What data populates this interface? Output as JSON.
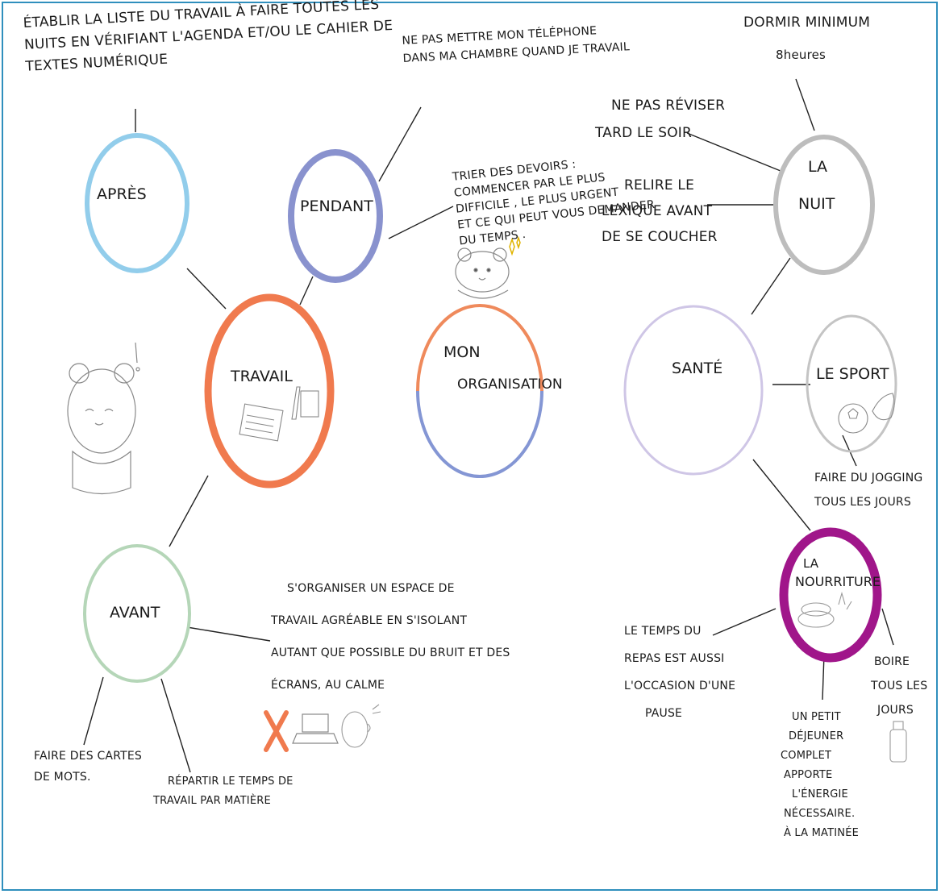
{
  "center": {
    "line1": "MON",
    "line2": "ORGANISATION"
  },
  "travail": {
    "label": "TRAVAIL",
    "apres": {
      "label": "APRÈS",
      "note": [
        "ÉTABLIR LA LISTE DU TRAVAIL À FAIRE TOUTES LES",
        "NUITS EN VÉRIFIANT L'AGENDA ET/OU LE CAHIER DE",
        "TEXTES NUMÉRIQUE"
      ]
    },
    "pendant": {
      "label": "PENDANT",
      "note1": [
        "NE PAS METTRE MON TÉLÉPHONE",
        "DANS MA CHAMBRE QUAND JE TRAVAIL"
      ],
      "note2": [
        "TRIER DES DEVOIRS :",
        "COMMENCER PAR LE PLUS",
        "DIFFICILE , LE PLUS URGENT",
        "ET CE QUI PEUT VOUS DEMANDER",
        "DU TEMPS ."
      ]
    },
    "avant": {
      "label": "AVANT",
      "note1": [
        "S'ORGANISER UN ESPACE DE",
        "TRAVAIL AGRÉABLE EN S'ISOLANT",
        "AUTANT QUE POSSIBLE DU BRUIT ET DES",
        "ÉCRANS, AU CALME"
      ],
      "note2": [
        "FAIRE DES CARTES",
        "DE MOTS."
      ],
      "note3": [
        "RÉPARTIR LE TEMPS DE",
        "TRAVAIL PAR MATIÈRE"
      ]
    }
  },
  "sante": {
    "label": "SANTÉ",
    "nuit": {
      "line1": "LA",
      "line2": "NUIT",
      "note1": [
        "DORMIR MINIMUM",
        "8heures"
      ],
      "note2": [
        "NE PAS RÉVISER",
        "TARD LE SOIR"
      ],
      "note3": [
        "RELIRE LE",
        "LEXIQUE AVANT",
        "DE SE COUCHER"
      ]
    },
    "sport": {
      "label": "LE SPORT",
      "note": [
        "FAIRE DU JOGGING",
        "TOUS LES JOURS"
      ]
    },
    "nourriture": {
      "line1": "LA",
      "line2": "NOURRITURE",
      "note1": [
        "LE TEMPS DU",
        "REPAS EST AUSSI",
        "L'OCCASION D'UNE",
        "PAUSE"
      ],
      "note2": [
        "UN PETIT",
        "DÉJEUNER",
        "COMPLET",
        "APPORTE",
        "L'ÉNERGIE",
        "NÉCESSAIRE.",
        "À LA MATINÉE"
      ],
      "note3": [
        "BOIRE",
        "TOUS LES",
        "JOURS"
      ]
    }
  },
  "colors": {
    "frame": "#2f8fbd",
    "apres": "#7fc4e8",
    "pendant": "#7c86c9",
    "travail": "#f07a4e",
    "avant": "#b5d6b8",
    "center_top": "#ef8a5c",
    "center_bottom": "#8496d4",
    "sante": "#cfc6e6",
    "nuit": "#bdbdbd",
    "sport": "#c4c4c4",
    "nourriture": "#a0168a",
    "forbidden": "#f07a4e"
  },
  "icons": [
    "bear-with-exclamation-icon",
    "bear-face-icon",
    "sparkle-icon",
    "papers-and-pens-icon",
    "cross-mark-icon",
    "laptop-icon",
    "person-ear-icon",
    "soccer-ball-icon",
    "running-shoe-icon",
    "food-plate-icon",
    "water-bottle-icon"
  ]
}
